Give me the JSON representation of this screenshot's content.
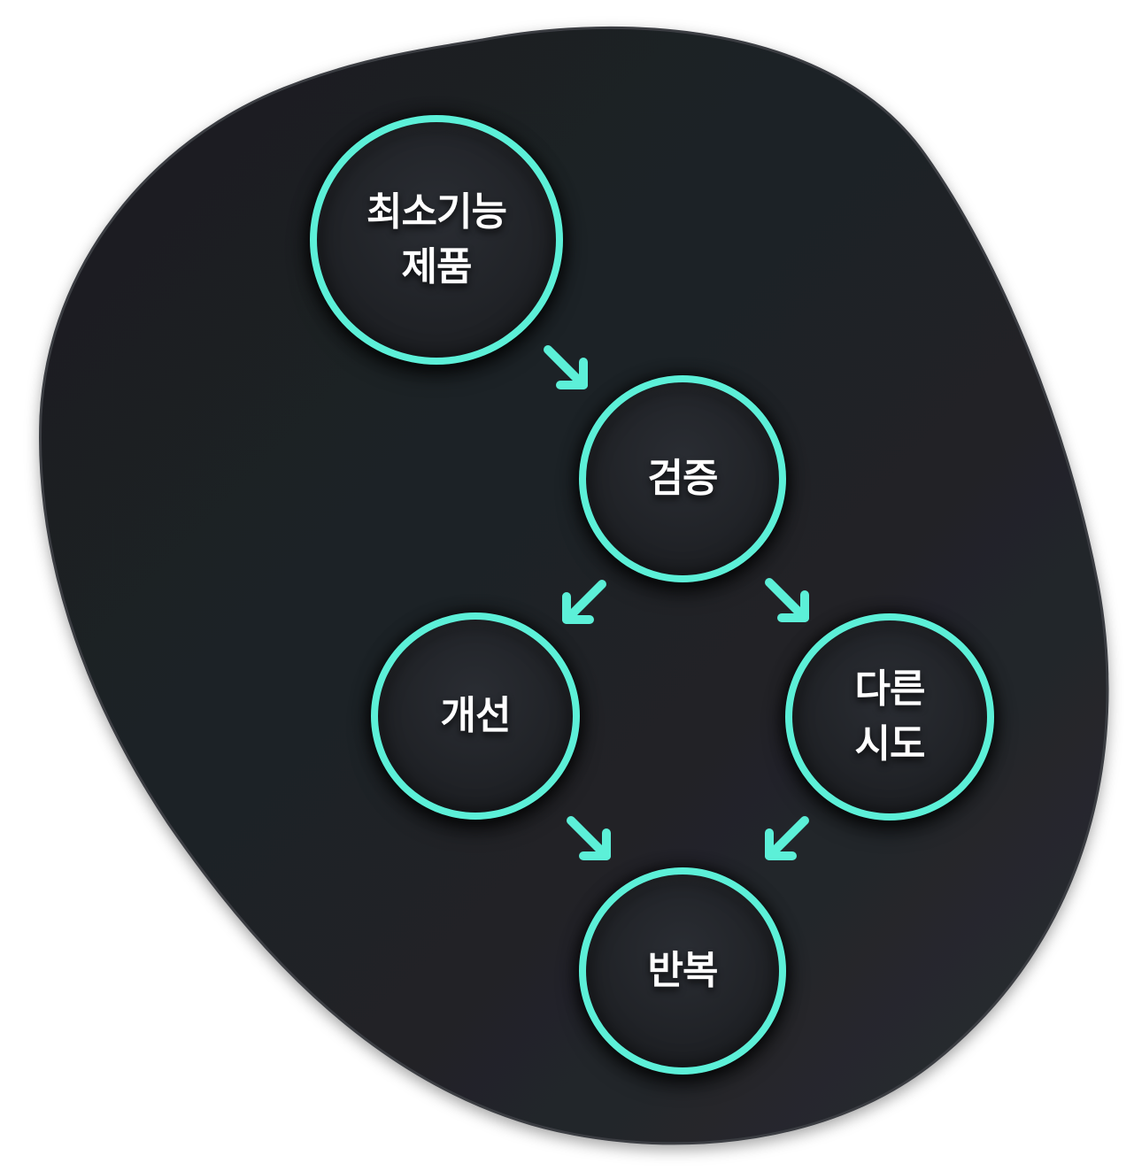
{
  "colors": {
    "background": "#ffffff",
    "blob": "#1f2125",
    "accent": "#5cf0d8",
    "label_text": "#ffffff"
  },
  "diagram": {
    "nodes": {
      "mvp": {
        "label": "최소기능\n제품"
      },
      "validation": {
        "label": "검증"
      },
      "improve": {
        "label": "개선"
      },
      "alternative": {
        "label": "다른\n시도"
      },
      "repeat": {
        "label": "반복"
      }
    },
    "edges": [
      {
        "from": "mvp",
        "to": "validation"
      },
      {
        "from": "validation",
        "to": "improve"
      },
      {
        "from": "validation",
        "to": "alternative"
      },
      {
        "from": "improve",
        "to": "repeat"
      },
      {
        "from": "alternative",
        "to": "repeat"
      }
    ]
  }
}
